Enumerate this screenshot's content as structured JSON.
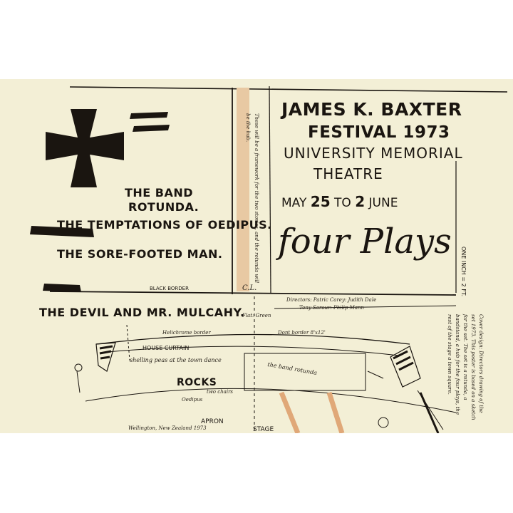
{
  "poster": {
    "header": {
      "line1": "JAMES K. BAXTER",
      "line2": "FESTIVAL 1973",
      "venue_line1": "UNIVERSITY MEMORIAL",
      "venue_line2": "THEATRE",
      "dates_prefix": "MAY",
      "dates_day1": "25",
      "dates_mid": "TO",
      "dates_day2": "2",
      "dates_suffix": "JUNE",
      "tagline": "four Plays"
    },
    "plays": [
      "THE BAND ROTUNDA.",
      "THE TEMPTATIONS OF OEDIPUS.",
      "THE SORE-FOOTED MAN.",
      "THE DEVIL AND MR. MULCAHY."
    ],
    "play1_line1": "THE BAND",
    "play1_line2": "ROTUNDA.",
    "labels": {
      "black_border": "BLACK BORDER",
      "cl": "C.L.",
      "flat": "Flat: Green",
      "directors_line1": "Directors: Patric Carey: Judith Dale",
      "directors_line2": "Tony Sorour: Philip Mann",
      "helichrome": "Helichrome border",
      "dont_border": "Dont border 8'x12'",
      "house_curtain": "HOUSE CURTAIN",
      "shelling": "shelling peas at the town dance",
      "band_rotunda": "the band rotunda",
      "rocks": "ROCKS",
      "rocks_sub1": "two chairs",
      "rocks_sub2": "Oedipus",
      "apron": "APRON",
      "stage": "STAGE",
      "wellington": "Wellington, New Zealand 1973",
      "one_inch": "ONE INCH = 2 FT.",
      "left_vertical_note": "These will be a framework for the two stories, and the rotunda will be the hub.",
      "right_vertical_note": "Cover design: Directors drawing of the set 1973. This poster is based on a sketch for the set. The set is a rotunda, a bandstand, a hub for the four plays, the rest of the stage a town square."
    }
  }
}
